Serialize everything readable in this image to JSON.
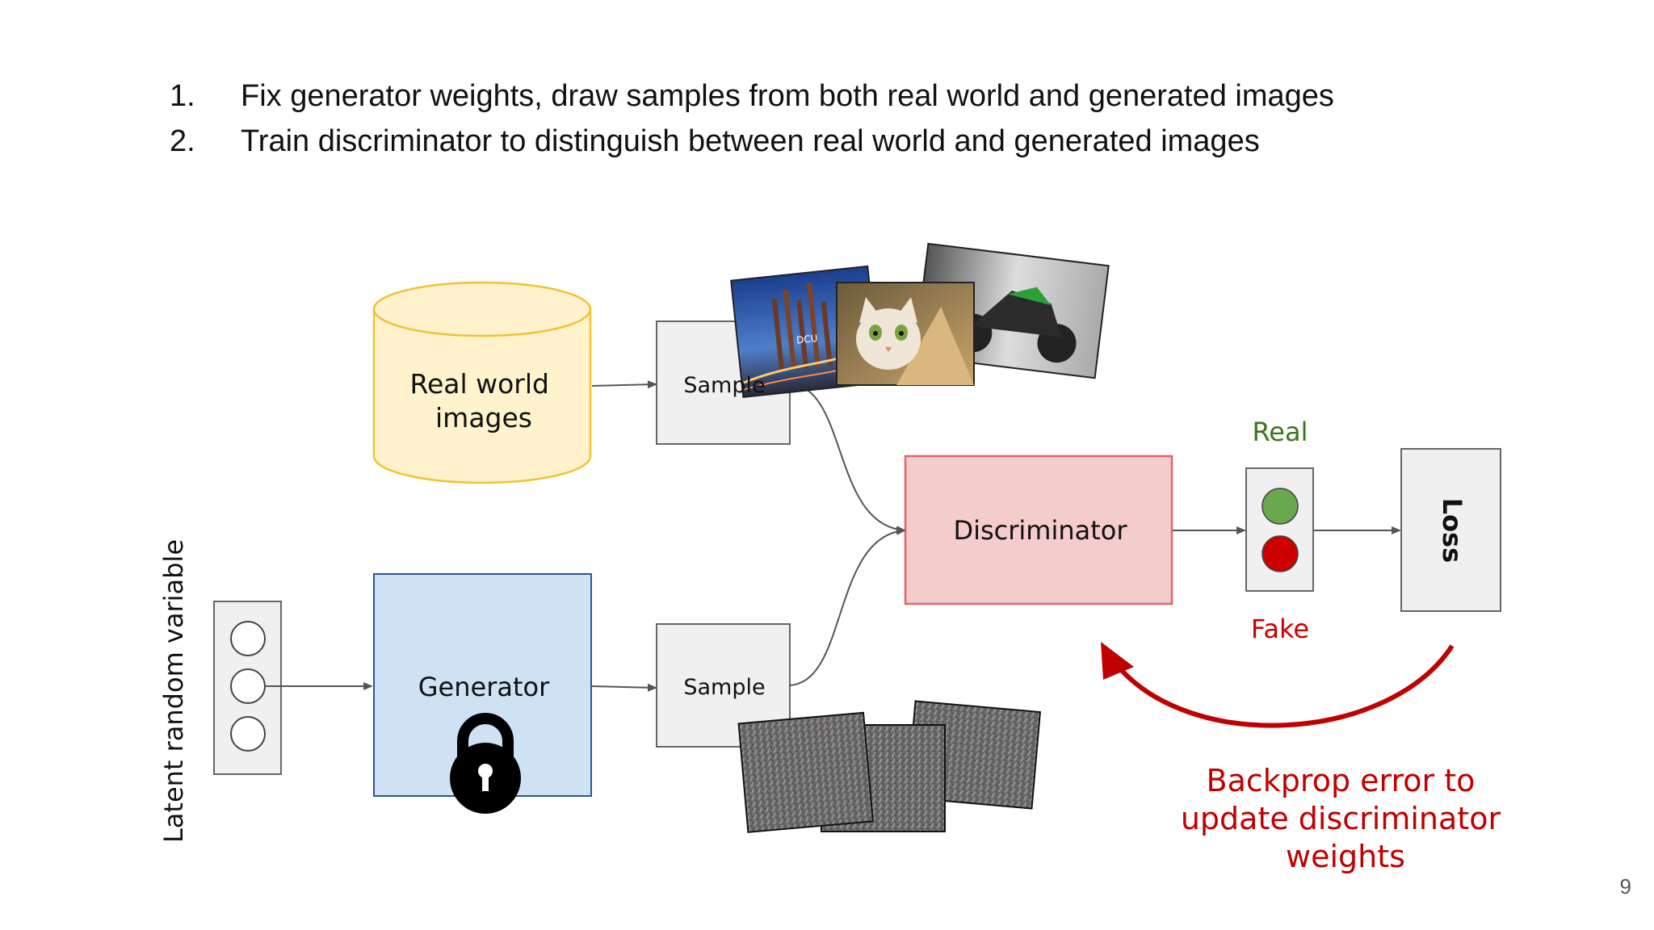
{
  "steps": [
    {
      "num": "1.",
      "text": "Fix generator weights, draw samples from both real world and generated images"
    },
    {
      "num": "2.",
      "text": "Train discriminator to distinguish between real world and generated images"
    }
  ],
  "diagram": {
    "real_world_images": "Real world\nimages",
    "sample_top": "Sample",
    "sample_bottom": "Sample",
    "generator": "Generator",
    "discriminator": "Discriminator",
    "loss": "Loss",
    "real_label": "Real",
    "fake_label": "Fake",
    "latent_label": "Latent random variable",
    "backprop_text": "Backprop error to\nupdate discriminator\nweights",
    "photo_sign_text": "DCU"
  },
  "colors": {
    "real": "#38761d",
    "fake": "#cc0000",
    "backprop": "#c00000",
    "database_fill": "#fff2cc",
    "database_stroke": "#f1c232",
    "generator_fill": "#cfe2f3",
    "generator_stroke": "#2f5597",
    "discriminator_fill": "#f4cccc",
    "discriminator_stroke": "#e06666",
    "box_fill": "#f0f0f0",
    "light_green": "#6aa84f",
    "light_red": "#cc0000"
  },
  "icons": [
    "lock-icon",
    "traffic-light-icon",
    "latent-node-icon"
  ],
  "page_number": "9"
}
